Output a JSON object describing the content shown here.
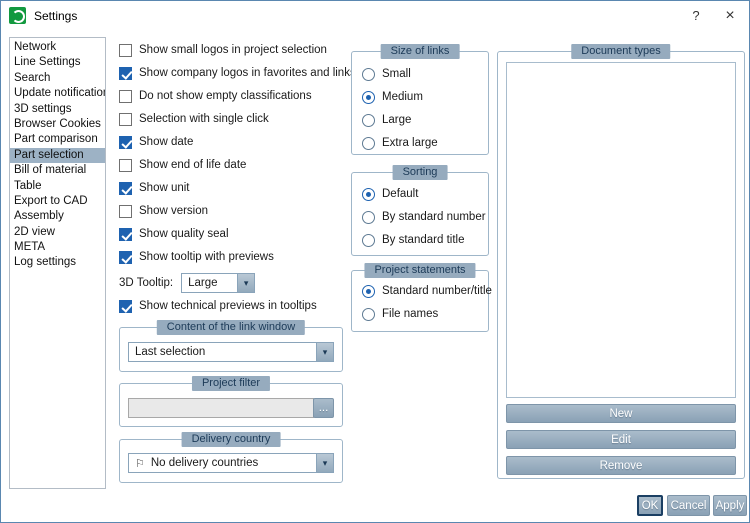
{
  "window": {
    "title": "Settings",
    "help_label": "?",
    "close_label": "×"
  },
  "icons": {
    "dropdown_arrow": "▾",
    "delivery_country": "⚐",
    "browse_ellipsis": "..."
  },
  "sidebar": {
    "items": [
      {
        "label": "Network",
        "selected": false
      },
      {
        "label": "Line Settings",
        "selected": false
      },
      {
        "label": "Search",
        "selected": false
      },
      {
        "label": "Update notification",
        "selected": false
      },
      {
        "label": "3D settings",
        "selected": false
      },
      {
        "label": "Browser Cookies",
        "selected": false
      },
      {
        "label": "Part comparison",
        "selected": false
      },
      {
        "label": "Part selection",
        "selected": true
      },
      {
        "label": "Bill of material",
        "selected": false
      },
      {
        "label": "Table",
        "selected": false
      },
      {
        "label": "Export to CAD",
        "selected": false
      },
      {
        "label": "Assembly",
        "selected": false
      },
      {
        "label": "2D view",
        "selected": false
      },
      {
        "label": "META",
        "selected": false
      },
      {
        "label": "Log settings",
        "selected": false
      }
    ]
  },
  "checkboxes": [
    {
      "label": "Show small logos in project selection",
      "checked": false
    },
    {
      "label": "Show company logos in favorites and links",
      "checked": true
    },
    {
      "label": "Do not show empty classifications",
      "checked": false
    },
    {
      "label": "Selection with single click",
      "checked": false
    },
    {
      "label": "Show date",
      "checked": true
    },
    {
      "label": "Show end of life date",
      "checked": false
    },
    {
      "label": "Show unit",
      "checked": true
    },
    {
      "label": "Show version",
      "checked": false
    },
    {
      "label": "Show quality seal",
      "checked": true
    },
    {
      "label": "Show tooltip with previews",
      "checked": true
    },
    {
      "label": "Show technical previews in tooltips",
      "checked": true
    }
  ],
  "tooltip_3d": {
    "label": "3D Tooltip:",
    "value": "Large"
  },
  "link_window_group": {
    "title": "Content of the link window",
    "value": "Last selection"
  },
  "project_filter_group": {
    "title": "Project filter",
    "value": ""
  },
  "delivery_country_group": {
    "title": "Delivery country",
    "value": "No delivery countries"
  },
  "size_of_links_group": {
    "title": "Size of links",
    "options": [
      {
        "label": "Small",
        "selected": false
      },
      {
        "label": "Medium",
        "selected": true
      },
      {
        "label": "Large",
        "selected": false
      },
      {
        "label": "Extra large",
        "selected": false
      }
    ]
  },
  "sorting_group": {
    "title": "Sorting",
    "options": [
      {
        "label": "Default",
        "selected": true
      },
      {
        "label": "By standard number",
        "selected": false
      },
      {
        "label": "By standard title",
        "selected": false
      }
    ]
  },
  "project_statements_group": {
    "title": "Project statements",
    "options": [
      {
        "label": "Standard number/title",
        "selected": true
      },
      {
        "label": "File names",
        "selected": false
      }
    ]
  },
  "document_types_group": {
    "title": "Document types",
    "new_label": "New",
    "edit_label": "Edit",
    "remove_label": "Remove"
  },
  "footer": {
    "ok_label": "OK",
    "cancel_label": "Cancel",
    "apply_label": "Apply"
  }
}
